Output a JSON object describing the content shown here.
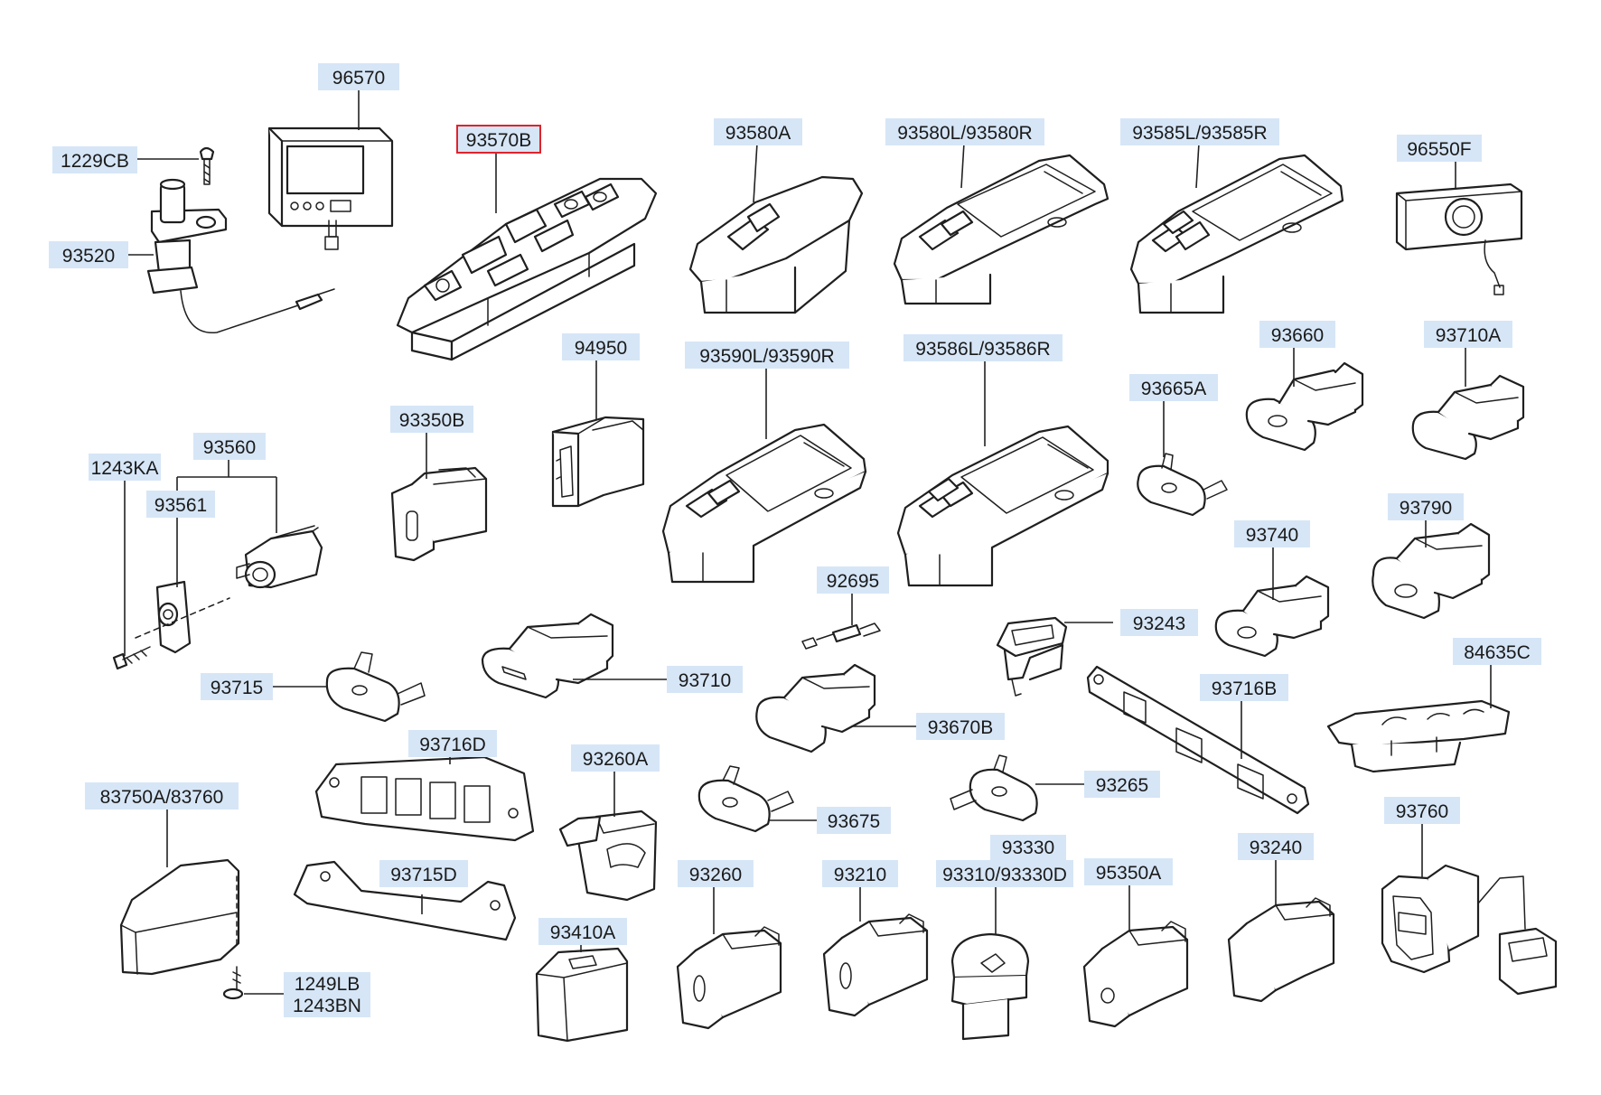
{
  "diagram": {
    "highlight_color": "#e0232b",
    "label_bg_color": "#d6e6f7",
    "labels": [
      "96570",
      "1229CB",
      "93520",
      "93570B",
      "93580A",
      "93580L/93580R",
      "93585L/93585R",
      "96550F",
      "94950",
      "93590L/93590R",
      "93586L/93586R",
      "93660",
      "93710A",
      "93665A",
      "93350B",
      "93560",
      "1243KA",
      "93561",
      "93740",
      "93790",
      "92695",
      "93243",
      "84635C",
      "93715",
      "93710",
      "93716B",
      "93670B",
      "93716D",
      "93260A",
      "93265",
      "83750A/83760",
      "93675",
      "93330",
      "93760",
      "93240",
      "93260",
      "93210",
      "93310/93330D",
      "95350A",
      "93715D",
      "93410A",
      "1249LB",
      "1243BN"
    ],
    "highlighted_label": "93570B"
  }
}
